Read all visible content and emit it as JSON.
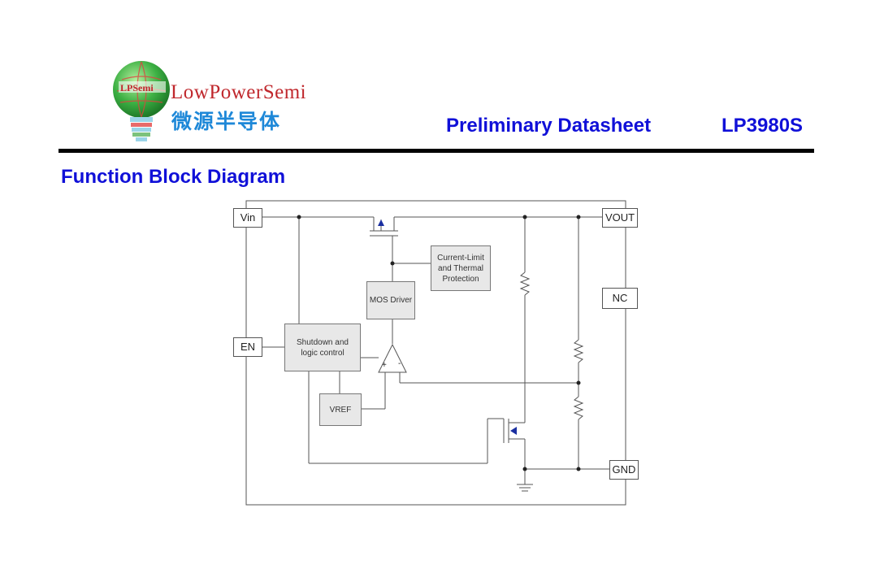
{
  "header": {
    "logo_badge": "LPSemi",
    "brand_name_en": "LowPowerSemi",
    "brand_name_cn": "微源半导体",
    "document_type": "Preliminary Datasheet",
    "part_number": "LP3980S"
  },
  "section": {
    "title": "Function Block Diagram"
  },
  "diagram": {
    "pins": {
      "vin": "Vin",
      "en": "EN",
      "vout": "VOUT",
      "nc": "NC",
      "gnd": "GND"
    },
    "blocks": {
      "current_limit_line1": "Current-Limit",
      "current_limit_line2": "and Thermal",
      "current_limit_line3": "Protection",
      "mos_driver": "MOS Driver",
      "shutdown_line1": "Shutdown and",
      "shutdown_line2": "logic control",
      "vref": "VREF"
    },
    "amp_inputs": {
      "plus": "+",
      "minus": "-"
    }
  },
  "colors": {
    "heading_blue": "#1010d8",
    "brand_red": "#c0282d",
    "brand_cyan": "#1e88d8",
    "logo_green": "#3cb043",
    "transistor_arrow": "#1a2fa0"
  }
}
